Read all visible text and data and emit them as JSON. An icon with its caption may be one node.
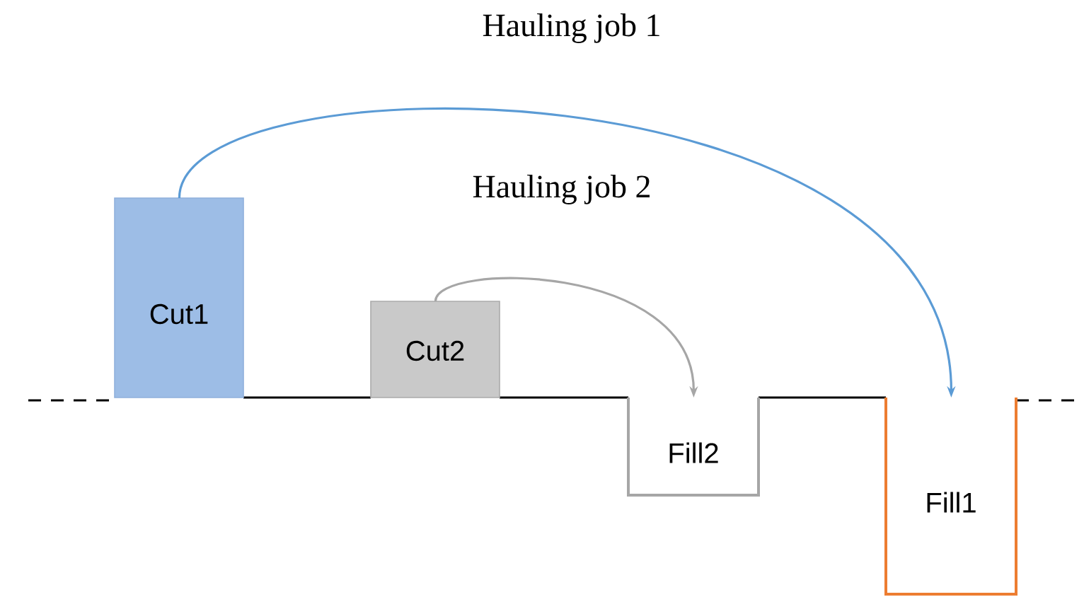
{
  "diagram": {
    "nodes": [
      {
        "text": [
          "Cut1"
        ]
      },
      {
        "text": [
          "Cut2"
        ]
      },
      {
        "text": [
          "Fill2"
        ]
      },
      {
        "text": [
          "Fill1"
        ]
      }
    ],
    "edges": [
      {
        "from": 0,
        "to": 3,
        "arrow": "to",
        "label": "Hauling job 1",
        "color": "#5b9bd5"
      },
      {
        "from": 1,
        "to": 2,
        "arrow": "to",
        "label": "Hauling job 2",
        "color": "#a6a6a6"
      }
    ]
  }
}
